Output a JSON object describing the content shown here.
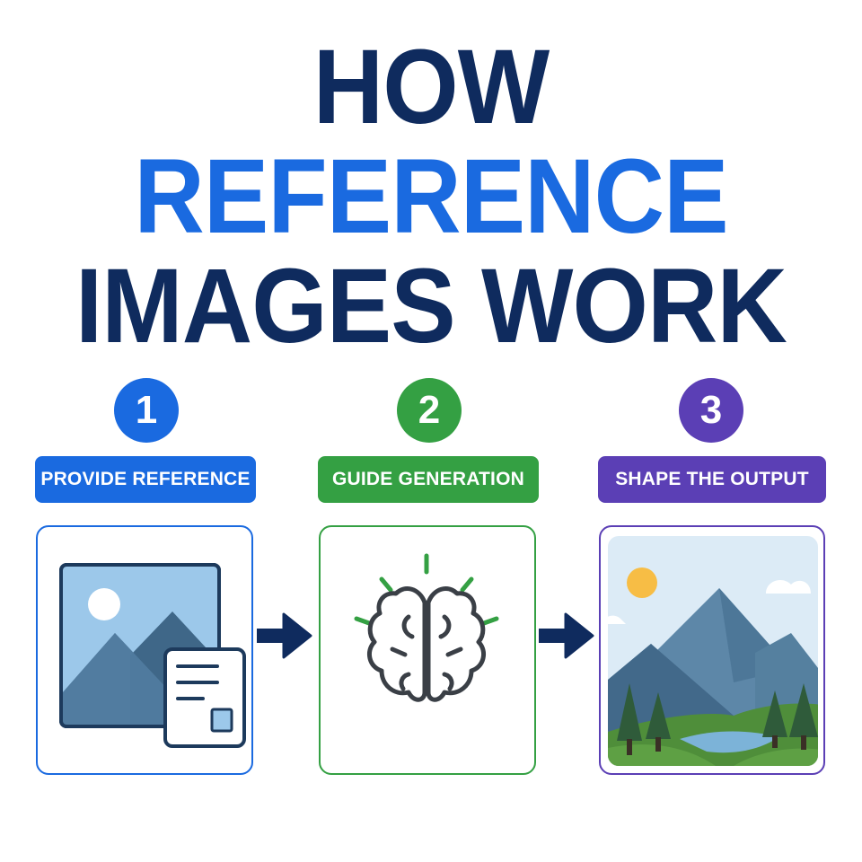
{
  "title": {
    "line1": "HOW",
    "line2": "REFERENCE",
    "line3": "IMAGES WORK"
  },
  "colors": {
    "navy": "#0f2b5e",
    "blue": "#1a6ae0",
    "green": "#34a043",
    "purple": "#5b3fb5"
  },
  "steps": [
    {
      "number": "1",
      "label": "PROVIDE REFERENCE",
      "icon": "image-with-document-icon"
    },
    {
      "number": "2",
      "label": "GUIDE GENERATION",
      "icon": "brain-icon"
    },
    {
      "number": "3",
      "label": "SHAPE THE OUTPUT",
      "icon": "landscape-output-icon"
    }
  ]
}
